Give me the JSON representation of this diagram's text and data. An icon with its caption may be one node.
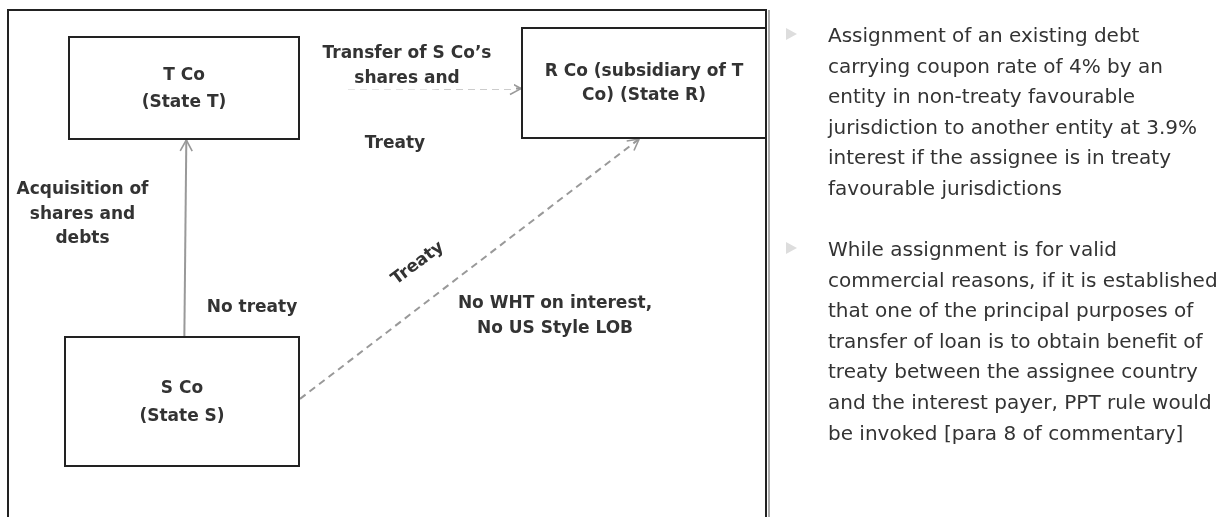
{
  "diagram": {
    "nodes": [
      {
        "text": [
          "T Co",
          "(State T)"
        ]
      },
      {
        "text": [
          "R Co (subsidiary of T Co) (State R)"
        ]
      },
      {
        "text": [
          "S Co",
          "(State S)"
        ]
      }
    ],
    "edges": [
      {
        "from": 0,
        "to": 1,
        "arrow": "to",
        "style": "dashed",
        "label": "Transfer of S Co’s shares and"
      },
      {
        "from": 2,
        "to": 0,
        "arrow": "to",
        "label": "Acquisition of shares and debts"
      },
      {
        "from": 2,
        "to": 1,
        "arrow": "to",
        "style": "dashed",
        "label": "Treaty"
      }
    ],
    "labels": [
      "Treaty",
      "No treaty",
      "No WHT on interest, No US Style LOB",
      "Assignment of an existing debt carrying coupon rate of 4% by an entity in non-treaty favourable jurisdiction to another entity at 3.9% interest if the assignee is in treaty favourable jurisdictions",
      "While assignment is for valid commercial reasons, if it is established that one of the principal purposes of transfer of loan is to obtain benefit of treaty between the assignee country and the interest payer, PPT rule would be invoked [para 8 of commentary]"
    ]
  }
}
